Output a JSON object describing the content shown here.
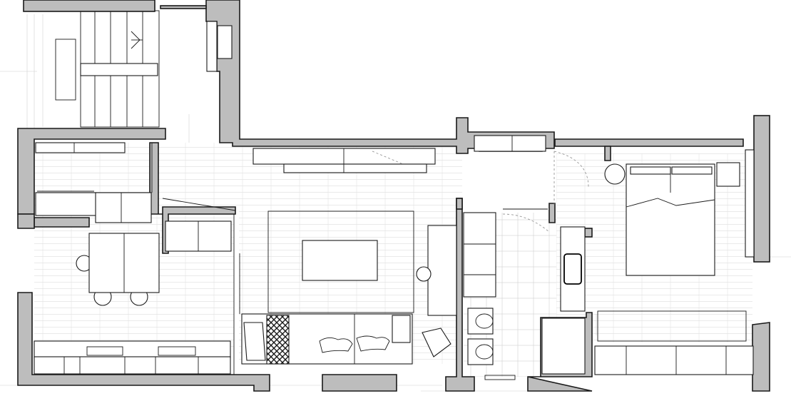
{
  "drawing": {
    "kind": "architectural floor plan",
    "colors": {
      "wall_fill": "#bdbdbd",
      "line": "#1a1a1a",
      "floor_hatch": "#cfcfcf",
      "background": "#ffffff"
    },
    "rooms": [
      "stair-landing",
      "entry-hall",
      "dining",
      "living",
      "bathroom",
      "bedroom",
      "kitchen-storage"
    ],
    "furniture": [
      "stairs",
      "dining-table",
      "dining-chairs",
      "sideboard",
      "tv-cabinet",
      "coffee-rug",
      "sofa",
      "armchair",
      "desk",
      "desk-chair",
      "toilet",
      "bidet",
      "sink-vanity",
      "shower",
      "double-bed",
      "nightstands",
      "round-side-table",
      "wardrobe",
      "built-in-storage"
    ]
  }
}
